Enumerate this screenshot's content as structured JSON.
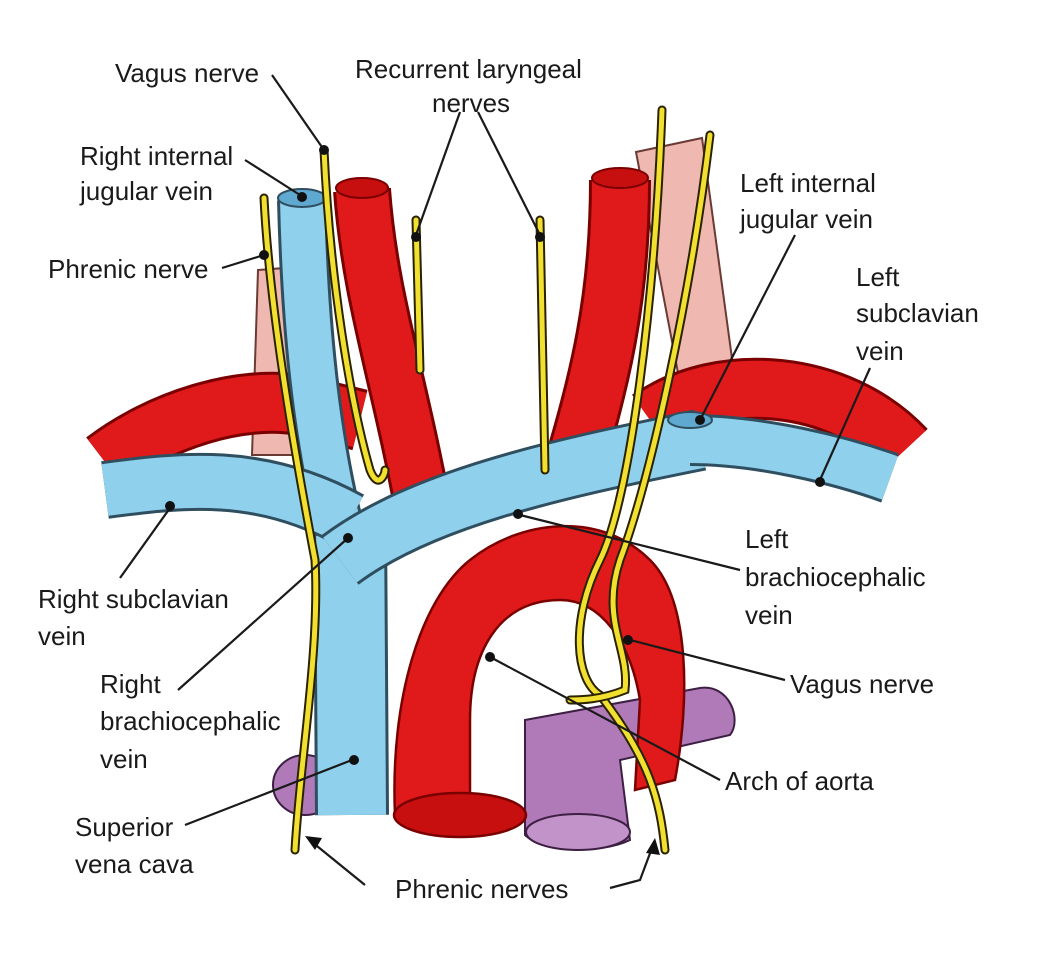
{
  "labels": {
    "vagus_nerve_top": "Vagus nerve",
    "recurrent_laryngeal_1": "Recurrent laryngeal",
    "recurrent_laryngeal_2": "nerves",
    "right_internal_jugular_1": "Right internal",
    "right_internal_jugular_2": "jugular vein",
    "phrenic_nerve": "Phrenic nerve",
    "left_internal_jugular_1": "Left internal",
    "left_internal_jugular_2": "jugular vein",
    "left_subclavian_1": "Left",
    "left_subclavian_2": "subclavian",
    "left_subclavian_3": "vein",
    "left_brachiocephalic_1": "Left",
    "left_brachiocephalic_2": "brachiocephalic",
    "left_brachiocephalic_3": "vein",
    "right_subclavian_1": "Right subclavian",
    "right_subclavian_2": "vein",
    "right_brachiocephalic_1": "Right",
    "right_brachiocephalic_2": "brachiocephalic",
    "right_brachiocephalic_3": "vein",
    "vagus_nerve_right": "Vagus nerve",
    "arch_of_aorta": "Arch of aorta",
    "superior_vena_cava_1": "Superior",
    "superior_vena_cava_2": "vena cava",
    "phrenic_nerves": "Phrenic nerves"
  },
  "colors": {
    "artery": "#e01a1a",
    "vein": "#8fd0ec",
    "nerve": "#f2e030",
    "pulmonary": "#b07ab8",
    "muscle": "#efb8b0"
  }
}
